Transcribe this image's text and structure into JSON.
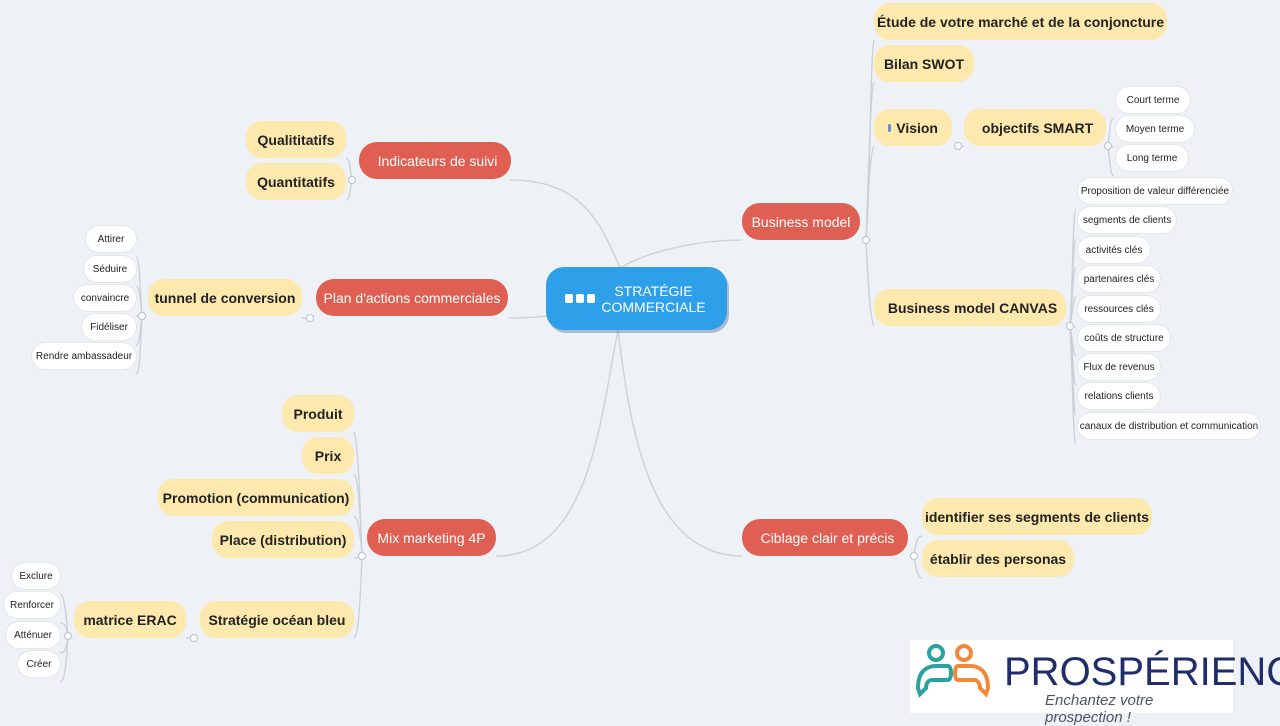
{
  "root": {
    "label_line1": "STRATÉGIE",
    "label_line2": "COMMERCIALE"
  },
  "branches": {
    "business_model": {
      "label": "Business model",
      "children": {
        "etude": "Étude de votre marché et de la conjoncture",
        "swot": "Bilan SWOT",
        "vision": "Vision",
        "smart": "objectifs SMART",
        "smart_terms": [
          "Court terme",
          "Moyen terme",
          "Long terme"
        ],
        "canvas": "Business model CANVAS",
        "canvas_items": [
          "Proposition de valeur différenciée",
          "segments de clients",
          "activités clés",
          "partenaires clés",
          "ressources clés",
          "coûts de structure",
          "Flux de revenus",
          "relations clients",
          "canaux de distribution et communication"
        ]
      }
    },
    "indicateurs": {
      "label": "Indicateurs de suivi",
      "children": [
        "Qualititatifs",
        "Quantitatifs"
      ]
    },
    "plan_actions": {
      "label": "Plan d'actions commerciales",
      "tunnel": "tunnel de conversion",
      "tunnel_steps": [
        "Attirer",
        "Séduire",
        "convaincre",
        "Fidéliser",
        "Rendre ambassadeur"
      ]
    },
    "mix_marketing": {
      "label": "Mix marketing 4P",
      "children": [
        "Produit",
        "Prix",
        "Promotion (communication)",
        "Place (distribution)"
      ],
      "ocean": "Stratégie océan bleu",
      "erac": "matrice ERAC",
      "erac_items": [
        "Exclure",
        "Renforcer",
        "Atténuer",
        "Créer"
      ]
    },
    "ciblage": {
      "label": "Ciblage clair et précis",
      "children": [
        "identifier ses segments de clients",
        "établir des personas"
      ]
    }
  },
  "logo": {
    "brand": "PROSPÉRIENCE",
    "tagline": "Enchantez votre prospection !"
  },
  "colors": {
    "root": "#2ea0ea",
    "level1": "#df5f52",
    "level2": "#fde8ad",
    "edge": "#c9d0d8"
  }
}
